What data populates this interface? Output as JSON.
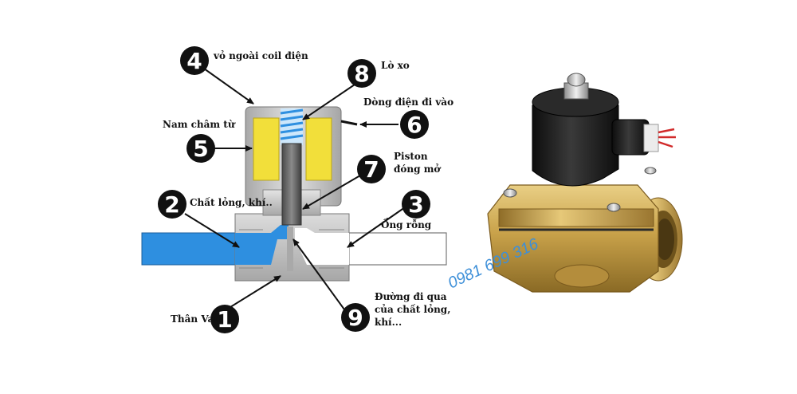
{
  "callouts": [
    {
      "number": "1",
      "label": "Thân Van"
    },
    {
      "number": "2",
      "label": "Chất lỏng, khí.."
    },
    {
      "number": "3",
      "label": "Ống rỗng"
    },
    {
      "number": "4",
      "label": "vỏ ngoài coil điện"
    },
    {
      "number": "5",
      "label": "Nam châm từ"
    },
    {
      "number": "6",
      "label": "Dòng điện đi vào"
    },
    {
      "number": "7",
      "label_lines": [
        "Piston",
        "đóng mở"
      ]
    },
    {
      "number": "8",
      "label": "Lò xo"
    },
    {
      "number": "9",
      "label_lines": [
        "Đường đi qua",
        "của chất lỏng,",
        "khí..."
      ]
    }
  ],
  "watermark_phone": "0981 699 316",
  "colors": {
    "fluid": "#2e8fe0",
    "magnet": "#f2df3a",
    "body_gray": "#c9c9c9",
    "piston": "#6a6a6a",
    "brass": "#c9a24a",
    "coil_black": "#1a1a1a",
    "phone_text": "#3d8fd8"
  }
}
